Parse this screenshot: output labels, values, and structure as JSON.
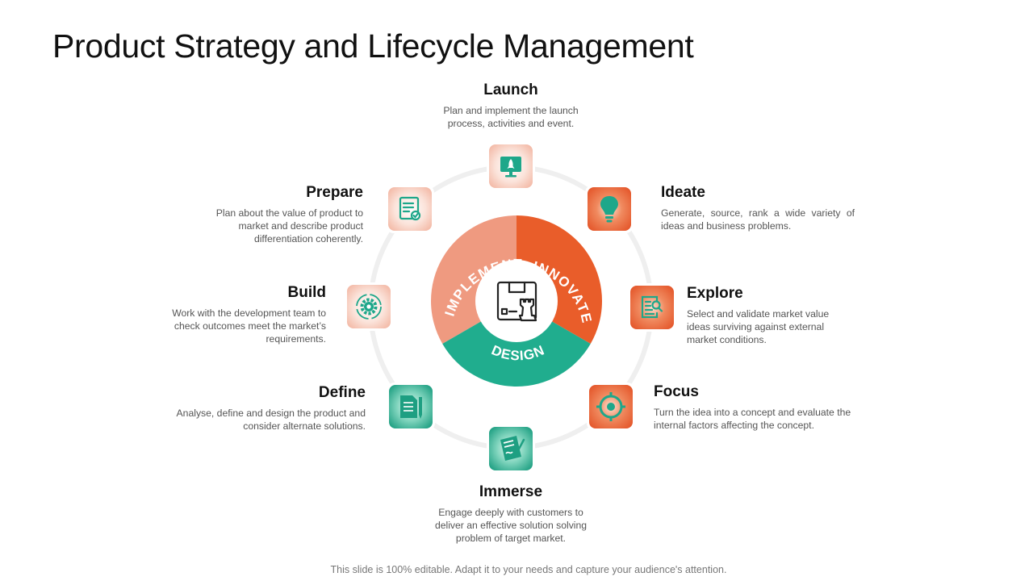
{
  "title": "Product Strategy and Lifecycle Management",
  "colors": {
    "orange": "#e95d2a",
    "salmon": "#ef9a80",
    "teal": "#20ad8e",
    "ring": "#efefef",
    "icon_teal": "#1ea78a"
  },
  "center": {
    "icon": "product-box-chess-icon",
    "segments": [
      {
        "label": "IMPLEMENT",
        "color": "#ef9a80"
      },
      {
        "label": "INNOVATE",
        "color": "#e95d2a"
      },
      {
        "label": "DESIGN",
        "color": "#20ad8e"
      }
    ]
  },
  "stages": {
    "launch": {
      "title": "Launch",
      "text": "Plan and implement the launch process, activities and event.",
      "icon": "rocket-monitor-icon"
    },
    "ideate": {
      "title": "Ideate",
      "text": "Generate, source, rank a wide variety of ideas and business problems.",
      "icon": "lightbulb-icon"
    },
    "explore": {
      "title": "Explore",
      "text": "Select and validate market value ideas surviving against external market conditions.",
      "icon": "document-search-icon"
    },
    "focus": {
      "title": "Focus",
      "text": "Turn the idea into a concept and evaluate the internal factors affecting the concept.",
      "icon": "target-icon"
    },
    "immerse": {
      "title": "Immerse",
      "text": "Engage deeply with customers to deliver an effective solution solving problem of target market.",
      "icon": "signed-document-icon"
    },
    "define": {
      "title": "Define",
      "text": "Analyse, define and design the product and consider alternate solutions.",
      "icon": "document-pencil-icon"
    },
    "build": {
      "title": "Build",
      "text": "Work with the development team to check outcomes meet the market’s requirements.",
      "icon": "gear-cycle-icon"
    },
    "prepare": {
      "title": "Prepare",
      "text": "Plan about the value of product to market and describe product differentiation coherently.",
      "icon": "checklist-icon"
    }
  },
  "footer": "This slide is 100% editable. Adapt it to your needs and capture your audience's attention."
}
